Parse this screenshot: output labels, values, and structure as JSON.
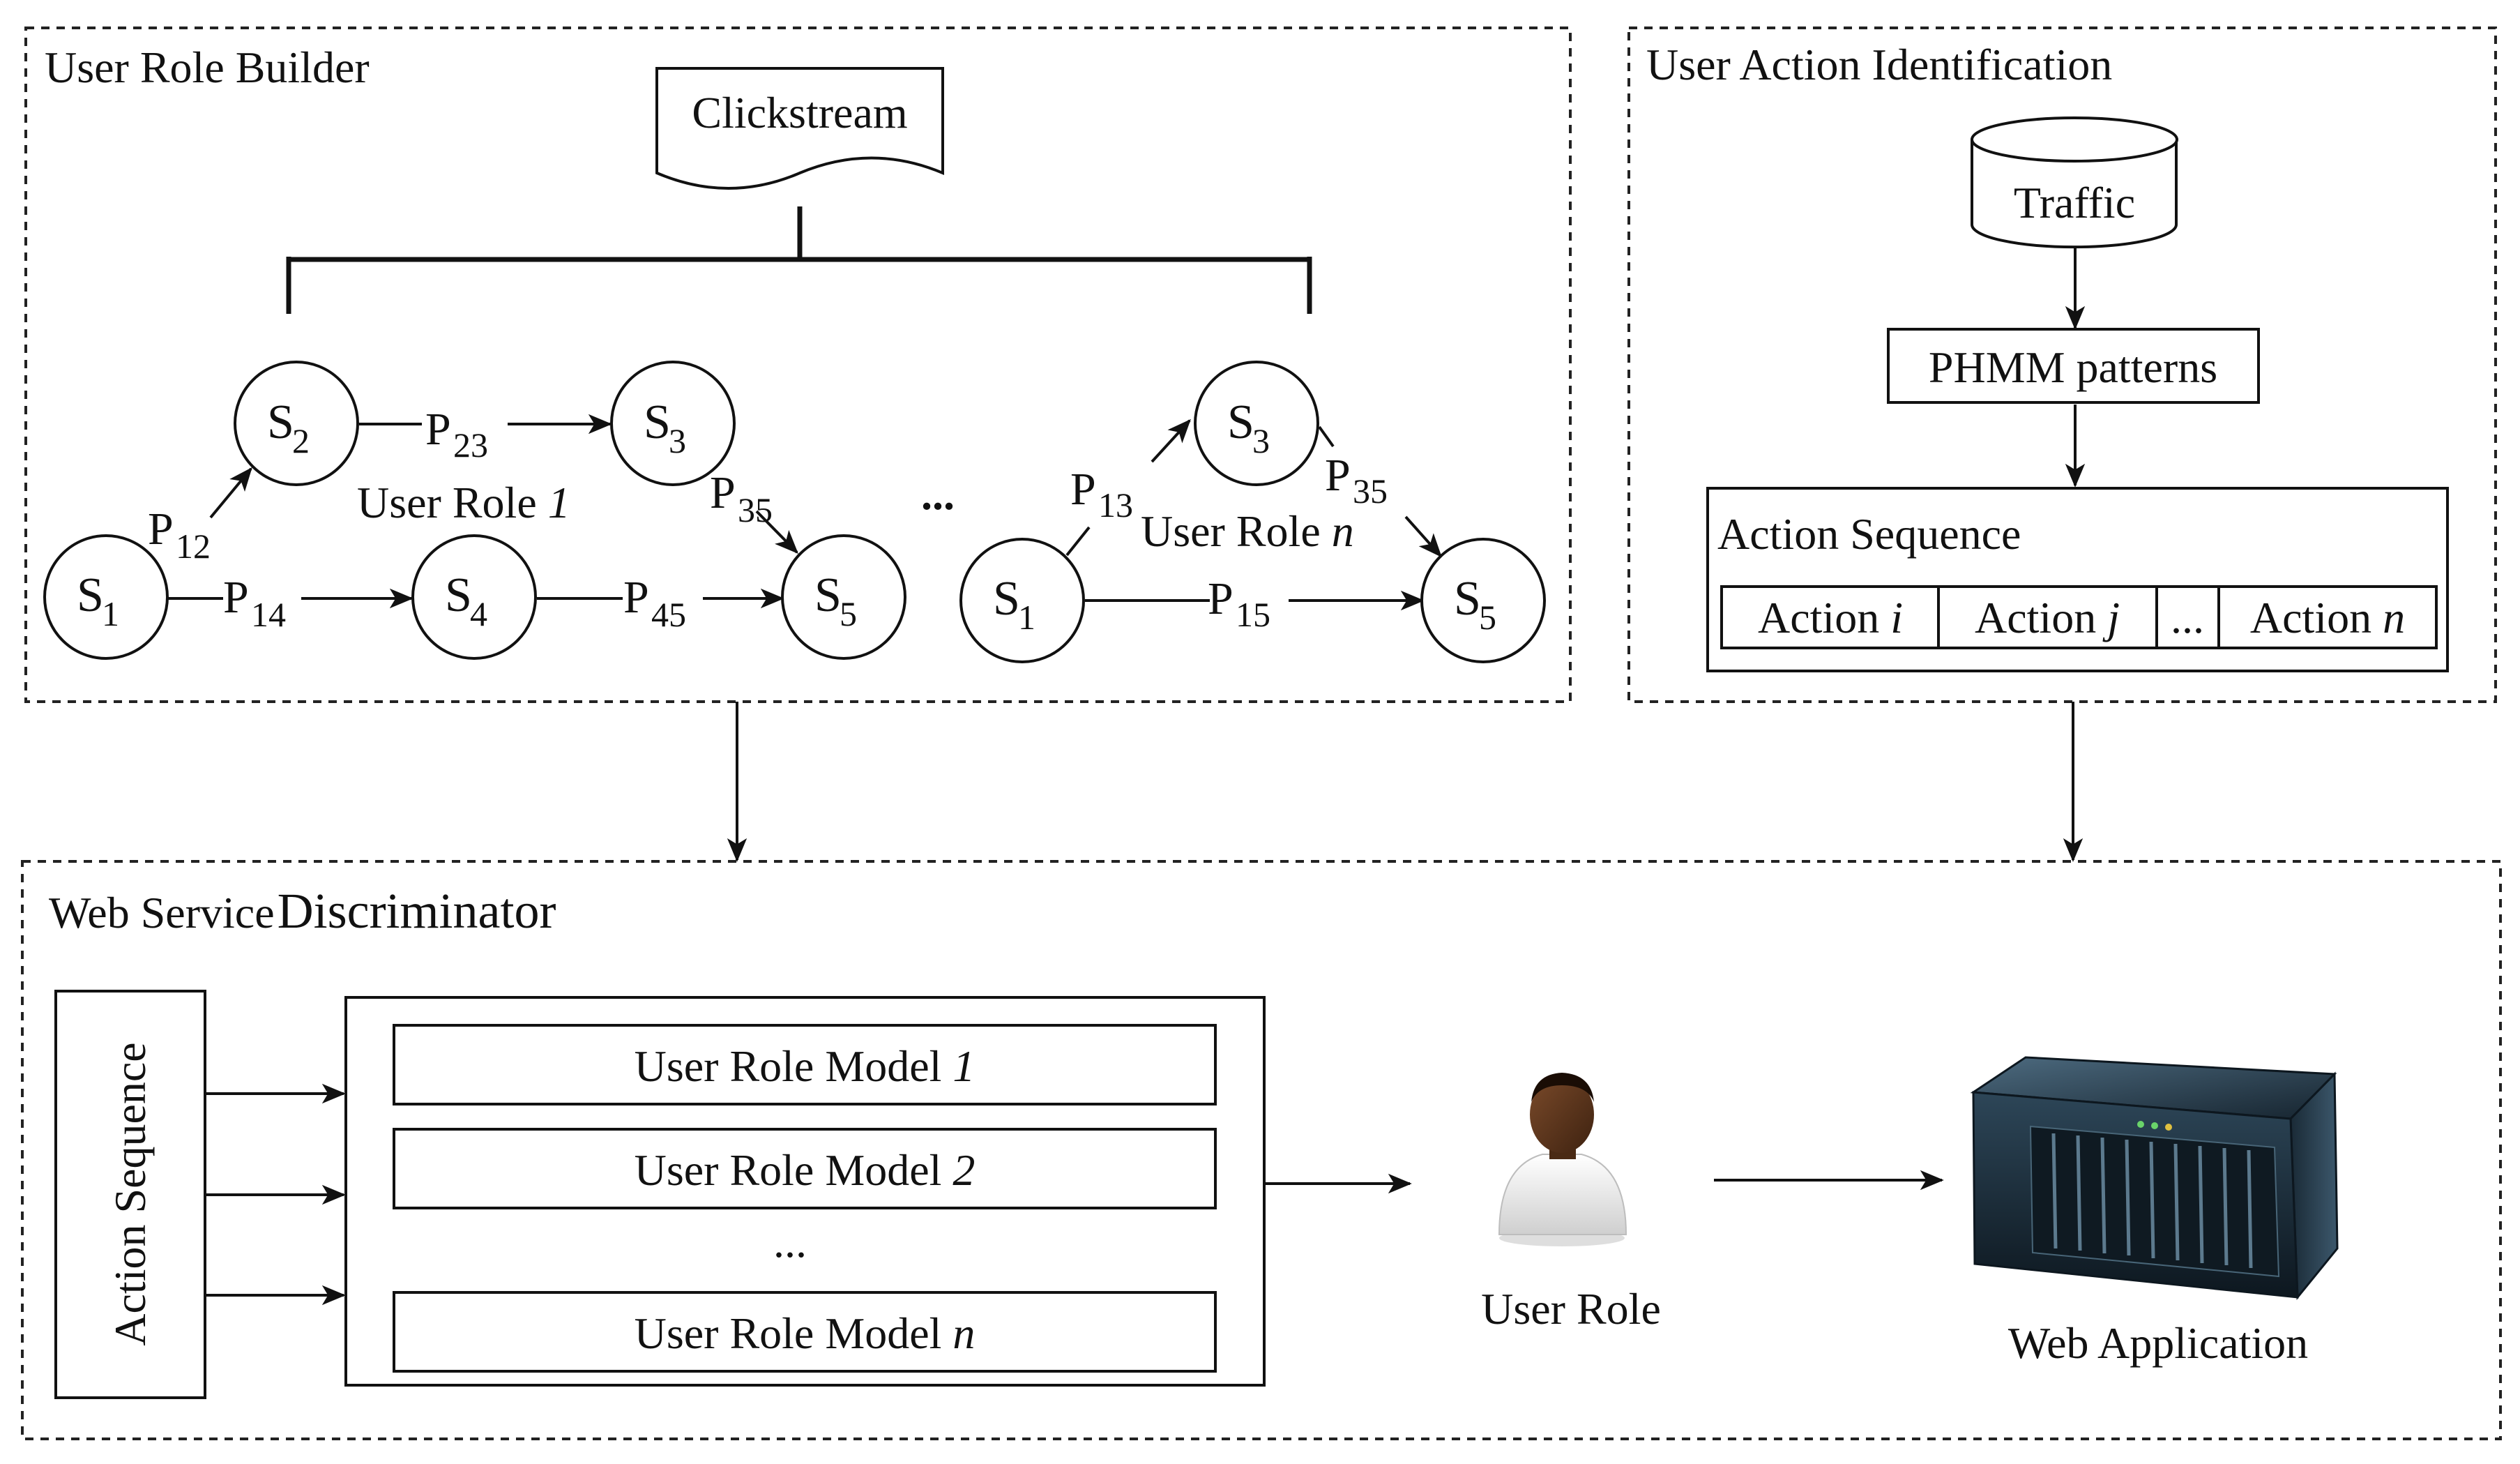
{
  "user_role_builder": {
    "title": "User Role Builder",
    "clickstream": "Clickstream",
    "ellipsis": "...",
    "role_1": {
      "caption": "User Role",
      "index": "1",
      "nodes": [
        {
          "id": "s1",
          "letter": "S",
          "sub": "1"
        },
        {
          "id": "s2",
          "letter": "S",
          "sub": "2"
        },
        {
          "id": "s3",
          "letter": "S",
          "sub": "3"
        },
        {
          "id": "s4",
          "letter": "S",
          "sub": "4"
        },
        {
          "id": "s5",
          "letter": "S",
          "sub": "5"
        }
      ],
      "edges": [
        {
          "from": "S1",
          "to": "S2",
          "letter": "P",
          "sub": "12"
        },
        {
          "from": "S2",
          "to": "S3",
          "letter": "P",
          "sub": "23"
        },
        {
          "from": "S3",
          "to": "S5",
          "letter": "P",
          "sub": "35"
        },
        {
          "from": "S1",
          "to": "S4",
          "letter": "P",
          "sub": "14"
        },
        {
          "from": "S4",
          "to": "S5",
          "letter": "P",
          "sub": "45"
        }
      ]
    },
    "role_n": {
      "caption": "User Role",
      "index": "n",
      "nodes": [
        {
          "id": "s1",
          "letter": "S",
          "sub": "1"
        },
        {
          "id": "s3",
          "letter": "S",
          "sub": "3"
        },
        {
          "id": "s5",
          "letter": "S",
          "sub": "5"
        }
      ],
      "edges": [
        {
          "from": "S1",
          "to": "S3",
          "letter": "P",
          "sub": "13"
        },
        {
          "from": "S3",
          "to": "S5",
          "letter": "P",
          "sub": "35"
        },
        {
          "from": "S1",
          "to": "S5",
          "letter": "P",
          "sub": "15"
        }
      ]
    }
  },
  "user_action_identification": {
    "title": "User Action Identification",
    "traffic": "Traffic",
    "phmm": "PHMM patterns",
    "action_sequence": {
      "title": "Action Sequence",
      "cells": [
        {
          "word": "Action",
          "var": "i"
        },
        {
          "word": "Action",
          "var": "j"
        },
        {
          "word": "...",
          "var": ""
        },
        {
          "word": "Action",
          "var": "n"
        }
      ]
    }
  },
  "web_service_discriminator": {
    "title_a": "Web Service",
    "title_b": "Discriminator",
    "action_sequence": "Action Sequence",
    "models": [
      {
        "text": "User Role Model",
        "var": "1"
      },
      {
        "text": "User Role Model",
        "var": "2"
      },
      {
        "text": "...",
        "var": ""
      },
      {
        "text": "User Role Model",
        "var": "n"
      }
    ],
    "user_role": "User Role",
    "web_application": "Web Application"
  }
}
